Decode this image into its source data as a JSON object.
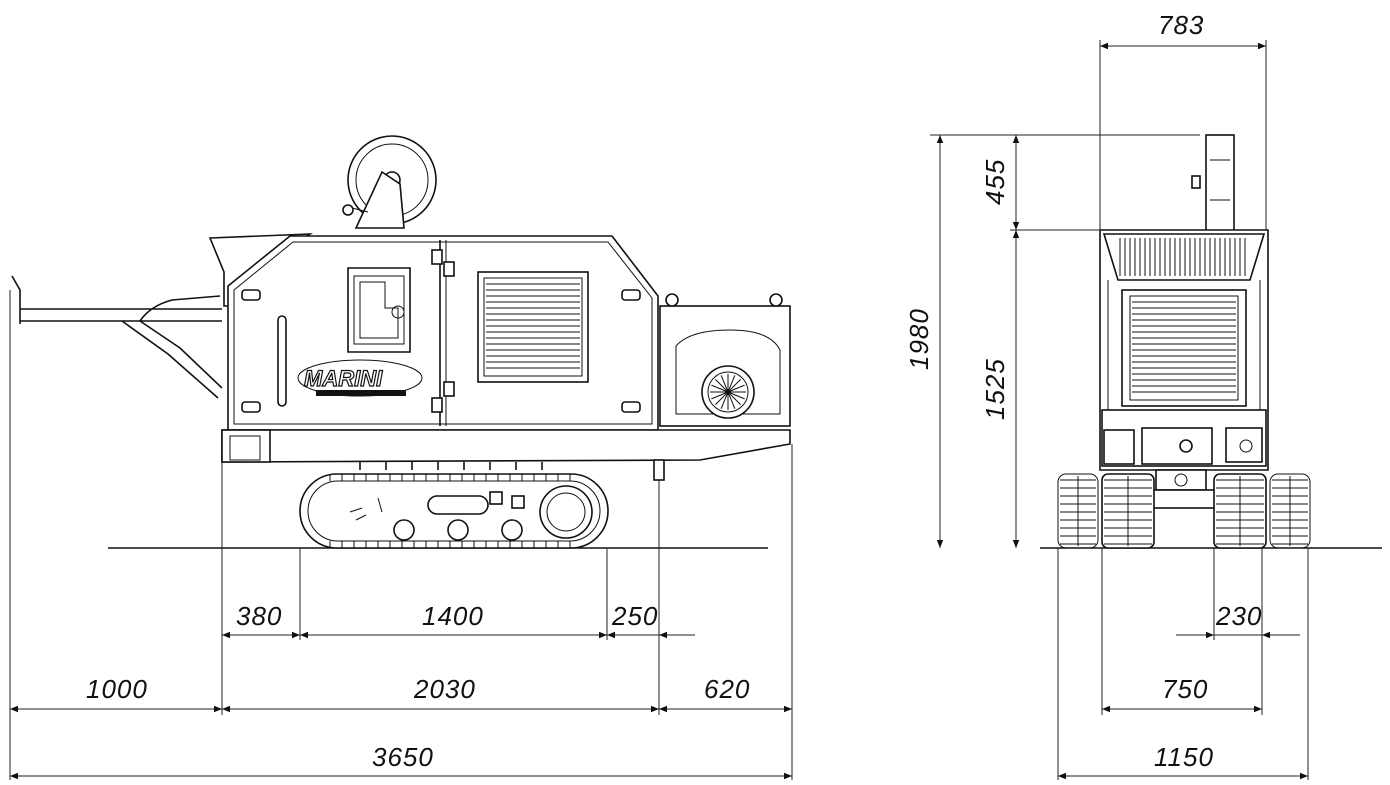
{
  "brand": {
    "logo_text": "MARINI"
  },
  "side_view": {
    "dims": {
      "d380": "380",
      "d1400": "1400",
      "d250": "250",
      "d1000": "1000",
      "d2030": "2030",
      "d620": "620",
      "d3650": "3650"
    }
  },
  "front_view": {
    "dims": {
      "d783": "783",
      "d455": "455",
      "d1980": "1980",
      "d1525": "1525",
      "d230": "230",
      "d750": "750",
      "d1150": "1150"
    }
  }
}
